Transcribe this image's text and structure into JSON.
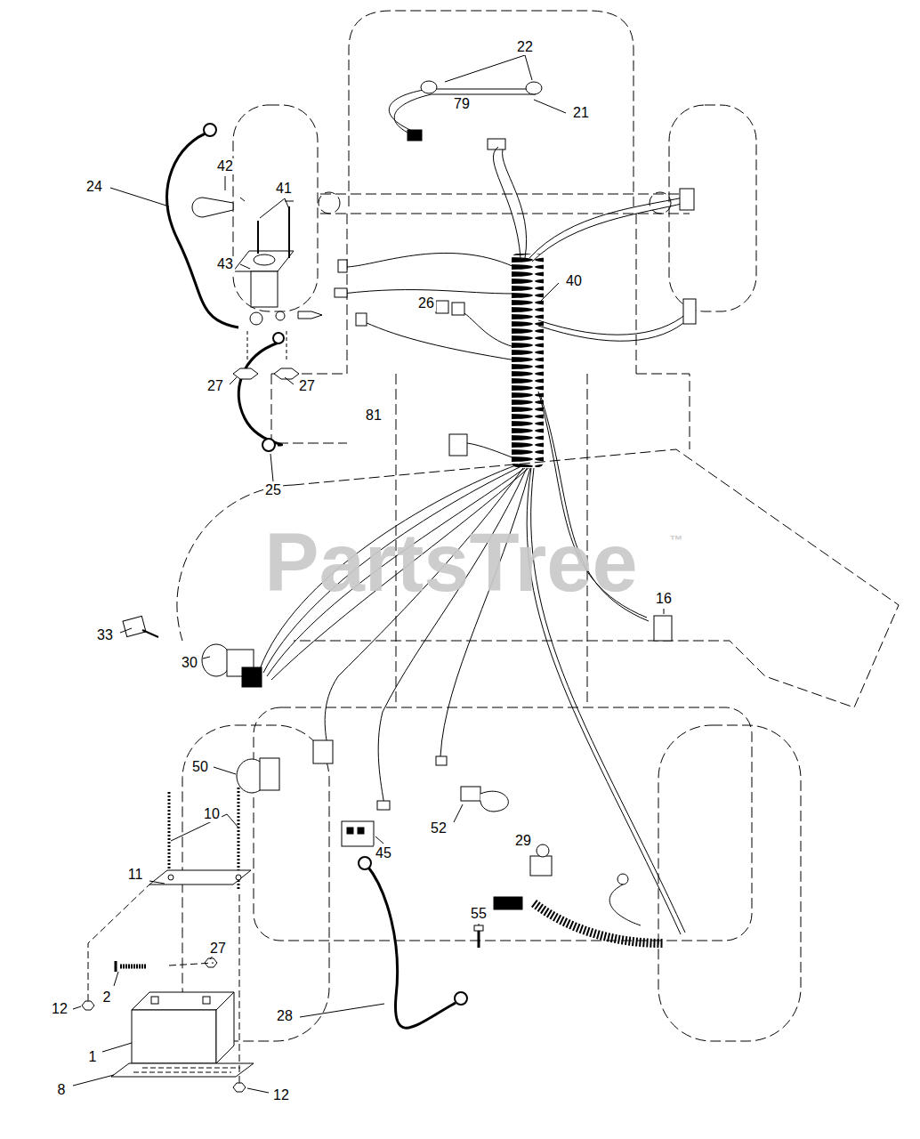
{
  "diagram": {
    "labels": [
      "22",
      "79",
      "21",
      "24",
      "42",
      "41",
      "43",
      "40",
      "26",
      "27",
      "27",
      "81",
      "25",
      "16",
      "33",
      "30",
      "50",
      "10",
      "11",
      "45",
      "52",
      "29",
      "27",
      "55",
      "28",
      "12",
      "2",
      "1",
      "8",
      "12",
      "PartsTree",
      "™"
    ]
  }
}
